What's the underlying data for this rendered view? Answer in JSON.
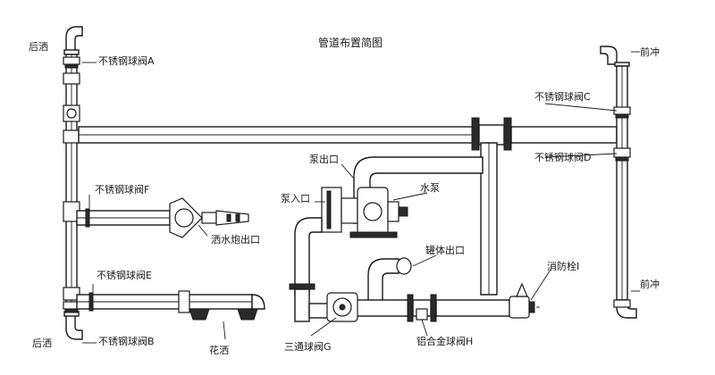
{
  "title": "管道布置简图",
  "labels": {
    "rear_top": "后洒",
    "rear_bottom": "后洒",
    "front_top": "前冲",
    "front_bottom": "前冲",
    "valve_a": "不锈钢球阀A",
    "valve_b": "不锈钢球阀B",
    "valve_c": "不锈钢球阀C",
    "valve_d": "不锈钢球阀D",
    "valve_e": "不锈钢球阀E",
    "valve_f": "不锈钢球阀F",
    "valve_g": "三通球阀G",
    "valve_h": "铝合金球阀H",
    "hydrant_i": "消防栓I",
    "pump_outlet": "泵出口",
    "pump_inlet": "泵入口",
    "pump": "水泵",
    "tank_outlet": "罐体出口",
    "cannon_outlet": "洒水炮出口",
    "flower_spray": "花洒"
  }
}
